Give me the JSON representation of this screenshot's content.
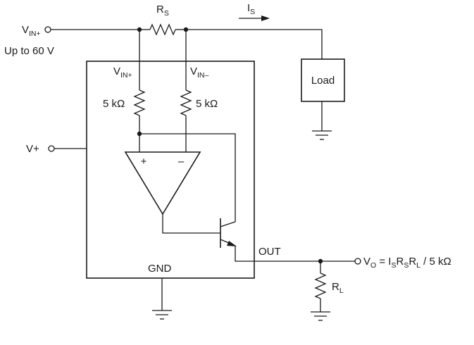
{
  "labels": {
    "vin_plus_main": "V",
    "vin_plus_main_sub": "IN+",
    "vin_range": "Up to 60 V",
    "rs": "R",
    "rs_sub": "S",
    "is": "I",
    "is_sub": "S",
    "load": "Load",
    "vin_plus_pin": "V",
    "vin_plus_pin_sub": "IN+",
    "vin_minus_pin": "V",
    "vin_minus_pin_sub": "IN–",
    "r1_value": "5 kΩ",
    "r2_value": "5 kΩ",
    "vplus": "V+",
    "opamp_plus": "+",
    "opamp_minus": "–",
    "out": "OUT",
    "gnd": "GND",
    "rl": "R",
    "rl_sub": "L",
    "vo_equation": {
      "v": "V",
      "o": "O",
      "eq": " = I",
      "s1": "S",
      "r1": "R",
      "s2": "S",
      "r2": "R",
      "l": "L",
      "tail": " / 5 kΩ"
    }
  }
}
